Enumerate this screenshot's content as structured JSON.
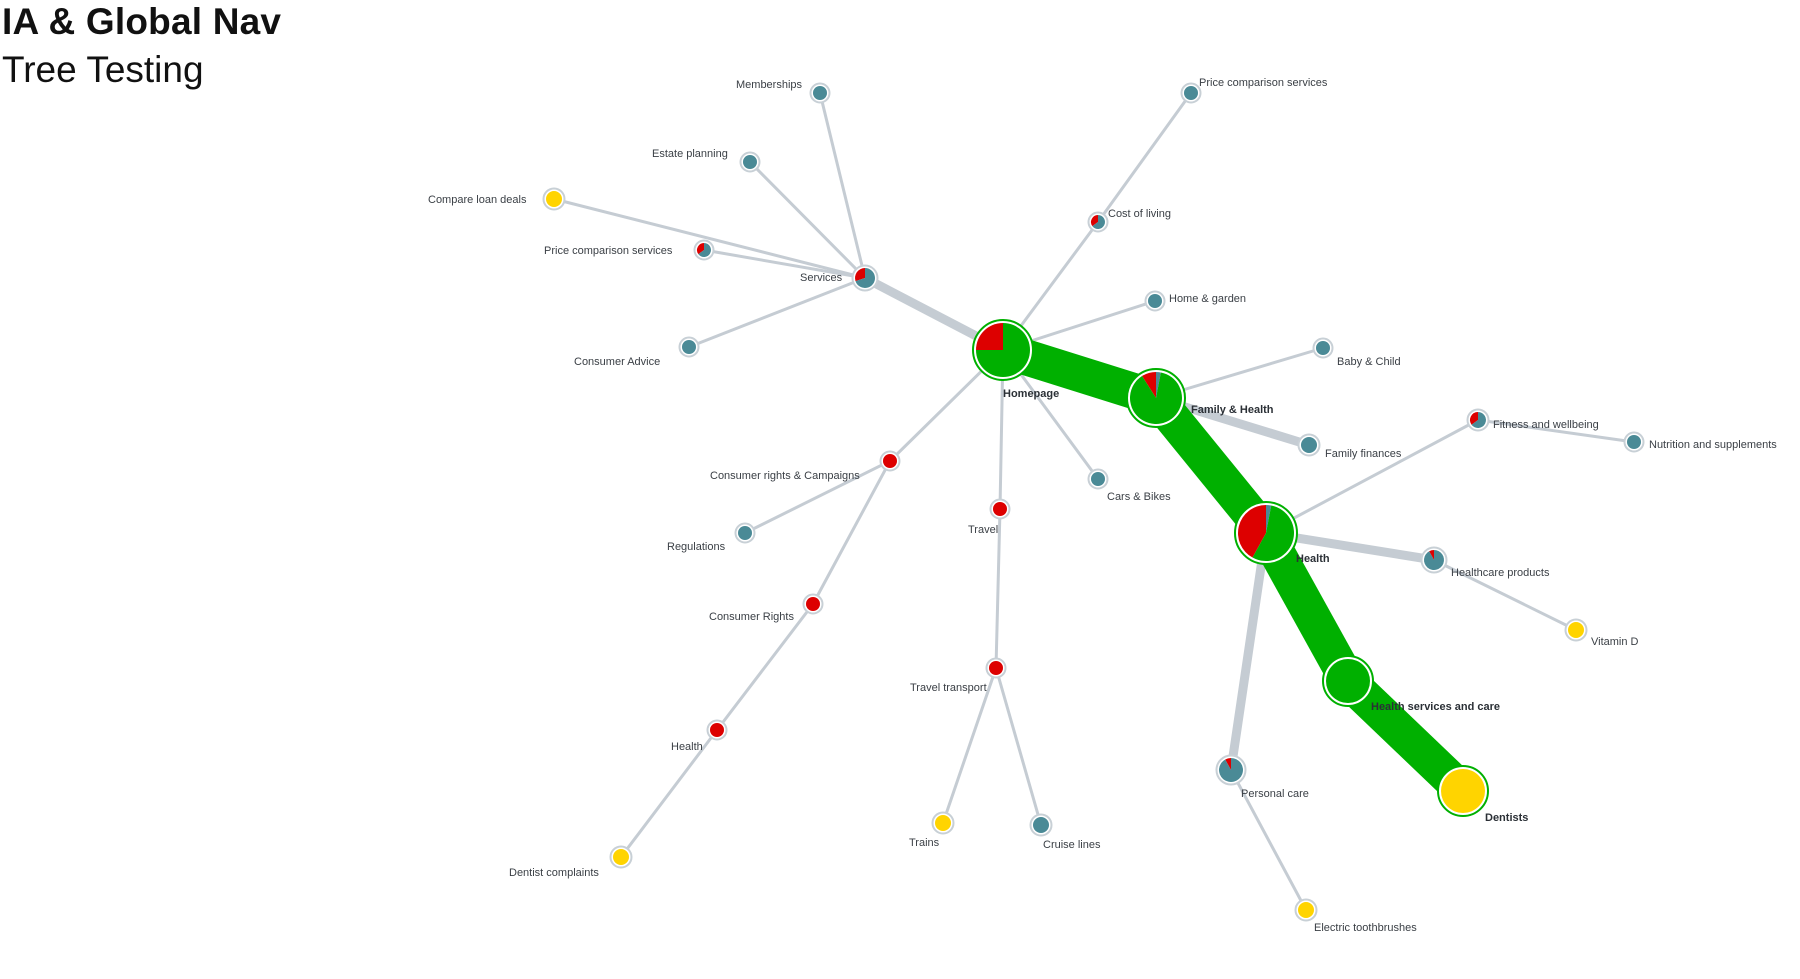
{
  "slide": {
    "title": "IA & Global Nav",
    "subtitle": "Tree Testing"
  },
  "colors": {
    "success_path": "#00b000",
    "failure": "#dd0000",
    "nav_away": "#4a8a96",
    "direct_destination": "#ffd400",
    "link": "#c5ccd3",
    "node_ring": "#c8d0d6"
  },
  "nodes": [
    {
      "id": "homepage",
      "label": "Homepage",
      "major": true,
      "kind": "pie",
      "shares": {
        "success": 0.75,
        "failure": 0.25,
        "nav_away": 0
      }
    },
    {
      "id": "services",
      "label": "Services",
      "major": false,
      "kind": "pie",
      "shares": {
        "success": 0,
        "failure": 0.3,
        "nav_away": 0.7
      }
    },
    {
      "id": "memberships",
      "label": "Memberships",
      "major": false,
      "kind": "nav_away"
    },
    {
      "id": "estate-planning",
      "label": "Estate planning",
      "major": false,
      "kind": "nav_away"
    },
    {
      "id": "compare-loan-deals",
      "label": "Compare loan deals",
      "major": false,
      "kind": "direct_destination"
    },
    {
      "id": "price-comparison-services-a",
      "label": "Price comparison services",
      "major": false,
      "kind": "pie",
      "shares": {
        "success": 0,
        "failure": 0.35,
        "nav_away": 0.65
      }
    },
    {
      "id": "consumer-advice",
      "label": "Consumer Advice",
      "major": false,
      "kind": "nav_away"
    },
    {
      "id": "price-comparison-services-b",
      "label": "Price comparison services",
      "major": false,
      "kind": "nav_away"
    },
    {
      "id": "cost-of-living",
      "label": "Cost of living",
      "major": false,
      "kind": "pie",
      "shares": {
        "success": 0,
        "failure": 0.35,
        "nav_away": 0.65
      }
    },
    {
      "id": "home-garden",
      "label": "Home & garden",
      "major": false,
      "kind": "nav_away"
    },
    {
      "id": "family-health",
      "label": "Family & Health",
      "major": true,
      "kind": "pie",
      "shares": {
        "success": 0.88,
        "failure": 0.09,
        "nav_away": 0.03
      }
    },
    {
      "id": "baby-child",
      "label": "Baby & Child",
      "major": false,
      "kind": "nav_away"
    },
    {
      "id": "family-finances",
      "label": "Family finances",
      "major": false,
      "kind": "nav_away"
    },
    {
      "id": "cars-bikes",
      "label": "Cars & Bikes",
      "major": false,
      "kind": "nav_away"
    },
    {
      "id": "health-main",
      "label": "Health",
      "major": true,
      "kind": "pie",
      "shares": {
        "success": 0.55,
        "failure": 0.42,
        "nav_away": 0.03
      }
    },
    {
      "id": "fitness-wellbeing",
      "label": "Fitness and wellbeing",
      "major": false,
      "kind": "pie",
      "shares": {
        "success": 0,
        "failure": 0.35,
        "nav_away": 0.65
      }
    },
    {
      "id": "nutrition-supplements",
      "label": "Nutrition and supplements",
      "major": false,
      "kind": "nav_away"
    },
    {
      "id": "healthcare-products",
      "label": "Healthcare products",
      "major": false,
      "kind": "pie",
      "shares": {
        "success": 0,
        "failure": 0.08,
        "nav_away": 0.92
      }
    },
    {
      "id": "vitamin-d",
      "label": "Vitamin D",
      "major": false,
      "kind": "direct_destination"
    },
    {
      "id": "health-services-care",
      "label": "Health services and care",
      "major": true,
      "kind": "pie",
      "shares": {
        "success": 1,
        "failure": 0,
        "nav_away": 0
      }
    },
    {
      "id": "dentists",
      "label": "Dentists",
      "major": true,
      "kind": "direct_destination"
    },
    {
      "id": "personal-care",
      "label": "Personal care",
      "major": false,
      "kind": "pie",
      "shares": {
        "success": 0,
        "failure": 0.08,
        "nav_away": 0.92
      }
    },
    {
      "id": "electric-toothbrushes",
      "label": "Electric toothbrushes",
      "major": false,
      "kind": "direct_destination"
    },
    {
      "id": "consumer-rights-campaigns",
      "label": "Consumer rights & Campaigns",
      "major": false,
      "kind": "failure"
    },
    {
      "id": "regulations",
      "label": "Regulations",
      "major": false,
      "kind": "nav_away"
    },
    {
      "id": "consumer-rights",
      "label": "Consumer Rights",
      "major": false,
      "kind": "failure"
    },
    {
      "id": "health-sub",
      "label": "Health",
      "major": false,
      "kind": "failure"
    },
    {
      "id": "dentist-complaints",
      "label": "Dentist complaints",
      "major": false,
      "kind": "direct_destination"
    },
    {
      "id": "travel",
      "label": "Travel",
      "major": false,
      "kind": "failure"
    },
    {
      "id": "travel-transport",
      "label": "Travel transport",
      "major": false,
      "kind": "failure"
    },
    {
      "id": "trains",
      "label": "Trains",
      "major": false,
      "kind": "direct_destination"
    },
    {
      "id": "cruise-lines",
      "label": "Cruise lines",
      "major": false,
      "kind": "nav_away"
    }
  ],
  "links": [
    {
      "from": "homepage",
      "to": "services",
      "traffic": "medium",
      "kind": "neutral"
    },
    {
      "from": "services",
      "to": "memberships",
      "traffic": "low",
      "kind": "neutral"
    },
    {
      "from": "services",
      "to": "estate-planning",
      "traffic": "low",
      "kind": "neutral"
    },
    {
      "from": "services",
      "to": "compare-loan-deals",
      "traffic": "low",
      "kind": "neutral"
    },
    {
      "from": "services",
      "to": "price-comparison-services-a",
      "traffic": "low",
      "kind": "neutral"
    },
    {
      "from": "services",
      "to": "consumer-advice",
      "traffic": "low",
      "kind": "neutral"
    },
    {
      "from": "homepage",
      "to": "cost-of-living",
      "traffic": "low",
      "kind": "neutral"
    },
    {
      "from": "cost-of-living",
      "to": "price-comparison-services-b",
      "traffic": "low",
      "kind": "neutral"
    },
    {
      "from": "homepage",
      "to": "home-garden",
      "traffic": "low",
      "kind": "neutral"
    },
    {
      "from": "homepage",
      "to": "family-health",
      "traffic": "high",
      "kind": "success"
    },
    {
      "from": "family-health",
      "to": "baby-child",
      "traffic": "low",
      "kind": "neutral"
    },
    {
      "from": "family-health",
      "to": "family-finances",
      "traffic": "medium",
      "kind": "neutral"
    },
    {
      "from": "homepage",
      "to": "cars-bikes",
      "traffic": "low",
      "kind": "neutral"
    },
    {
      "from": "family-health",
      "to": "health-main",
      "traffic": "high",
      "kind": "success"
    },
    {
      "from": "health-main",
      "to": "fitness-wellbeing",
      "traffic": "low",
      "kind": "neutral"
    },
    {
      "from": "fitness-wellbeing",
      "to": "nutrition-supplements",
      "traffic": "low",
      "kind": "neutral"
    },
    {
      "from": "health-main",
      "to": "healthcare-products",
      "traffic": "medium",
      "kind": "neutral"
    },
    {
      "from": "healthcare-products",
      "to": "vitamin-d",
      "traffic": "low",
      "kind": "neutral"
    },
    {
      "from": "health-main",
      "to": "health-services-care",
      "traffic": "high",
      "kind": "success"
    },
    {
      "from": "health-services-care",
      "to": "dentists",
      "traffic": "high",
      "kind": "success"
    },
    {
      "from": "health-main",
      "to": "personal-care",
      "traffic": "medium",
      "kind": "neutral"
    },
    {
      "from": "personal-care",
      "to": "electric-toothbrushes",
      "traffic": "low",
      "kind": "neutral"
    },
    {
      "from": "homepage",
      "to": "consumer-rights-campaigns",
      "traffic": "low",
      "kind": "neutral"
    },
    {
      "from": "consumer-rights-campaigns",
      "to": "regulations",
      "traffic": "low",
      "kind": "neutral"
    },
    {
      "from": "consumer-rights-campaigns",
      "to": "consumer-rights",
      "traffic": "low",
      "kind": "neutral"
    },
    {
      "from": "consumer-rights",
      "to": "health-sub",
      "traffic": "low",
      "kind": "neutral"
    },
    {
      "from": "health-sub",
      "to": "dentist-complaints",
      "traffic": "low",
      "kind": "neutral"
    },
    {
      "from": "homepage",
      "to": "travel",
      "traffic": "low",
      "kind": "neutral"
    },
    {
      "from": "travel",
      "to": "travel-transport",
      "traffic": "low",
      "kind": "neutral"
    },
    {
      "from": "travel-transport",
      "to": "trains",
      "traffic": "low",
      "kind": "neutral"
    },
    {
      "from": "travel-transport",
      "to": "cruise-lines",
      "traffic": "low",
      "kind": "neutral"
    }
  ]
}
